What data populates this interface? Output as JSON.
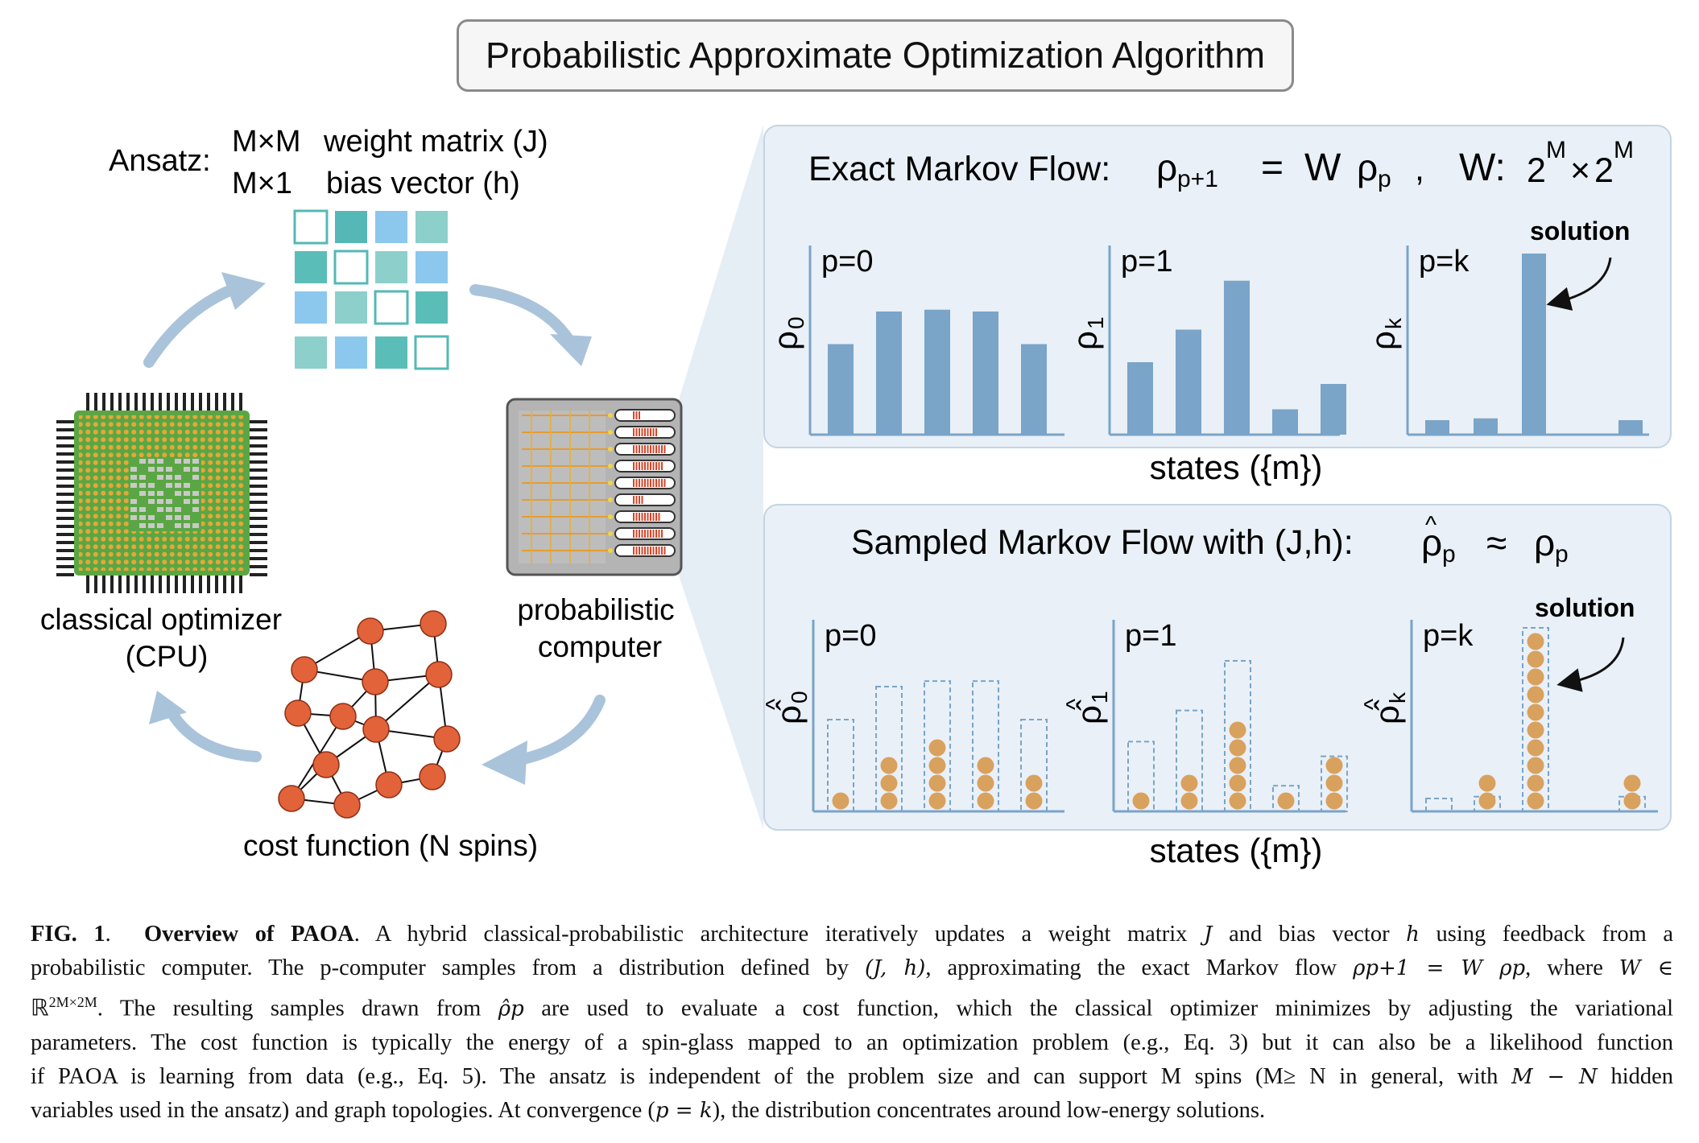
{
  "title": "Probabilistic Approximate Optimization Algorithm",
  "ansatz": {
    "label": "Ansatz:",
    "line1_dims": "M×M",
    "line1_text": "weight matrix (J)",
    "line2_dims": "M×1",
    "line2_text": "bias vector (h)"
  },
  "labels": {
    "classical_optimizer": "classical optimizer",
    "cpu": "(CPU)",
    "probabilistic": "probabilistic",
    "computer": "computer",
    "cost_function": "cost function (N spins)",
    "states": "states ({m})",
    "solution": "solution"
  },
  "exact_panel": {
    "title": "Exact Markov Flow: ρp+1 = W ρp ,  W: 2M×2M",
    "title_prefix": "Exact Markov Flow:",
    "rho": "ρ",
    "sub_p1": "p+1",
    "sub_p": "p",
    "eq": "=",
    "W": "W",
    "comma": ",",
    "Wcolon": "W:",
    "two": "2",
    "M": "M",
    "times": "×"
  },
  "sampled_panel": {
    "title_prefix": "Sampled Markov Flow with (J,h):",
    "approx": "≈",
    "rho": "ρ",
    "sub_p": "p"
  },
  "colors": {
    "bar": "#7aa4c8",
    "axis": "#7aa4c8",
    "panel_bg": "#e9f0f7",
    "node": "#e2623a",
    "sample_dot": "#d9a15e",
    "teal": "#6ec4c0",
    "sky": "#8cc8ee",
    "dark_teal": "#55b8b6",
    "chip_green": "#5ba644",
    "chip_dot": "#e6a737",
    "arrow": "#a9c3da"
  },
  "chart_data": [
    {
      "type": "bar",
      "name": "exact p=0",
      "panel_label": "p=0",
      "ylabel_sym": "ρ",
      "ylabel_sub": "0",
      "values": [
        0.5,
        0.68,
        0.69,
        0.68,
        0.5
      ]
    },
    {
      "type": "bar",
      "name": "exact p=1",
      "panel_label": "p=1",
      "ylabel_sym": "ρ",
      "ylabel_sub": "1",
      "values": [
        0.4,
        0.58,
        0.85,
        0.14,
        0.28
      ]
    },
    {
      "type": "bar",
      "name": "exact p=k",
      "panel_label": "p=k",
      "ylabel_sym": "ρ",
      "ylabel_sub": "k",
      "values": [
        0.08,
        0.09,
        1.0,
        0.0,
        0.08
      ]
    },
    {
      "type": "bar",
      "name": "sampled p=0",
      "panel_label": "p=0",
      "ylabel_sym": "ρ̂",
      "ylabel_sub": "0",
      "dashed_values": [
        0.5,
        0.68,
        0.71,
        0.71,
        0.5
      ],
      "sample_counts": [
        1,
        3,
        4,
        3,
        2
      ]
    },
    {
      "type": "bar",
      "name": "sampled p=1",
      "panel_label": "p=1",
      "ylabel_sym": "ρ̂",
      "ylabel_sub": "1",
      "dashed_values": [
        0.38,
        0.55,
        0.82,
        0.14,
        0.3
      ],
      "sample_counts": [
        1,
        2,
        5,
        1,
        3
      ]
    },
    {
      "type": "bar",
      "name": "sampled p=k",
      "panel_label": "p=k",
      "ylabel_sym": "ρ̂",
      "ylabel_sub": "k",
      "dashed_values": [
        0.07,
        0.08,
        1.0,
        0.0,
        0.08
      ],
      "sample_counts": [
        0,
        2,
        10,
        0,
        2
      ]
    }
  ],
  "caption": {
    "fig_label": "FIG. 1",
    "fig_title": "Overview of PAOA",
    "l1a": ". A hybrid classical-probabilistic architecture iteratively updates a weight matrix ",
    "J": "J",
    "l1b": " and bias vector ",
    "h": "h",
    "l1c": " using feedback from a",
    "l2a": "probabilistic computer.  The p-computer samples from a distribution defined by ",
    "Jh": "(J, h)",
    "l2b": ", approximating the exact Markov flow ",
    "rho_eq": "ρp+1 = W ρp",
    "l2c": ", where ",
    "W_in": "W ∈",
    "l3_R": "ℝ",
    "l3_exp": "2M×2M",
    "l3a": ".  The resulting samples drawn from ",
    "rho_hat_p": "ρ̂p",
    "l3b": " are used to evaluate a cost function, which the classical optimizer minimizes by adjusting the variational",
    "l4": "parameters.  The cost function is typically the energy of a spin-glass mapped to an optimization problem (e.g., Eq. 3) but it can also be a likelihood function",
    "l5": "if PAOA is learning from data (e.g., Eq. 5).  The ansatz is independent of the problem size and can support M spins (M≥ N in general, with ",
    "MminusN": "M − N",
    "l5b": " hidden",
    "l6a": "variables used in the ansatz) and graph topologies. At convergence (",
    "peqk": "p = k",
    "l6b": "), the distribution concentrates around low-energy solutions."
  }
}
